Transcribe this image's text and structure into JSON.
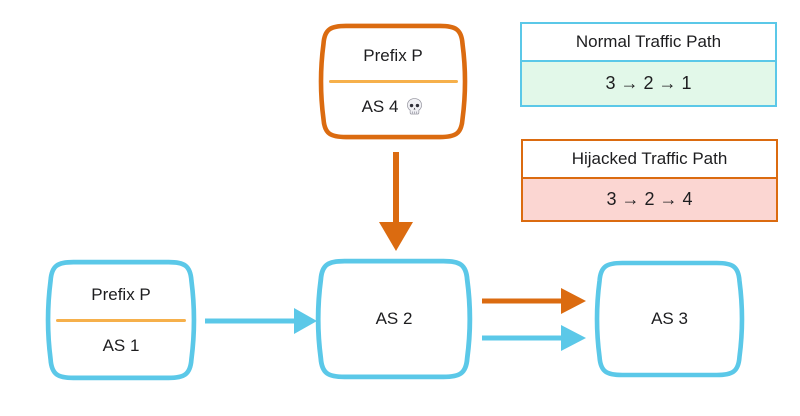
{
  "diagram": {
    "nodes": {
      "as4": {
        "prefix": "Prefix P",
        "label": "AS 4",
        "icon": "skull-icon"
      },
      "as1": {
        "prefix": "Prefix P",
        "label": "AS 1"
      },
      "as2": {
        "label": "AS 2"
      },
      "as3": {
        "label": "AS 3"
      }
    },
    "edges": [
      {
        "from": "AS 1",
        "to": "AS 2",
        "style": "normal-cyan"
      },
      {
        "from": "AS 4",
        "to": "AS 2",
        "style": "hijack-orange"
      },
      {
        "from": "AS 2",
        "to": "AS 3",
        "style": "hijack-orange"
      },
      {
        "from": "AS 2",
        "to": "AS 3",
        "style": "normal-cyan"
      }
    ],
    "legends": {
      "normal": {
        "title": "Normal Traffic Path",
        "path": "3 → 2 → 1"
      },
      "hijacked": {
        "title": "Hijacked Traffic Path",
        "path": "3 → 2 → 4"
      }
    },
    "colors": {
      "cyan": "#5BC8E8",
      "orange": "#DB6B10",
      "amber": "#F6B04B",
      "mint": "#E2F8E9",
      "pink": "#FBD6D2",
      "text": "#1D1D1F",
      "background": "#FFFFFF"
    }
  }
}
